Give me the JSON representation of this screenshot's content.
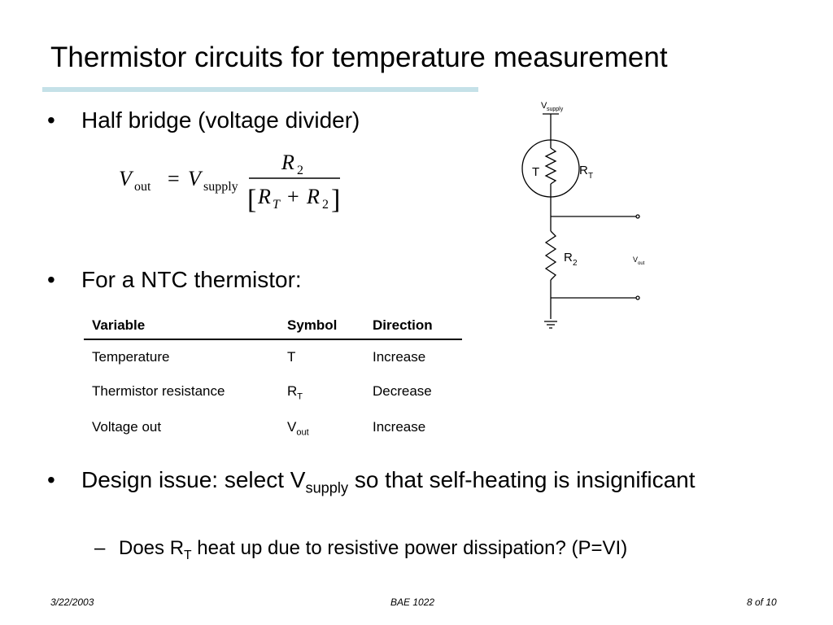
{
  "slide": {
    "title": "Thermistor circuits for temperature measurement",
    "bullets": {
      "b1": "Half bridge (voltage divider)",
      "b2": "For a NTC thermistor:",
      "b3_pre": "Design issue: select V",
      "b3_sub": "supply",
      "b3_post": " so that self-heating is insignificant"
    },
    "sub_bullet": {
      "pre": "Does R",
      "sub": "T",
      "post": " heat up due to resistive power dissipation? (P=VI)"
    },
    "bullet_symbol": "•",
    "dash_symbol": "–"
  },
  "formula": {
    "lhs_var": "V",
    "lhs_sub": "out",
    "equals": "=",
    "rhs_var": "V",
    "rhs_sub": "supply",
    "num_var": "R",
    "num_sub": "2",
    "den_var1": "R",
    "den_sub1": "T",
    "den_plus": "+",
    "den_var2": "R",
    "den_sub2": "2",
    "lbracket": "[",
    "rbracket": "]"
  },
  "table": {
    "headers": [
      "Variable",
      "Symbol",
      "Direction"
    ],
    "rows": [
      {
        "variable": "Temperature",
        "symbol": "T",
        "symbol_sub": "",
        "direction": "Increase"
      },
      {
        "variable": "Thermistor resistance",
        "symbol": "R",
        "symbol_sub": "T",
        "direction": "Decrease"
      },
      {
        "variable": "Voltage out",
        "symbol": "V",
        "symbol_sub": "out",
        "direction": "Increase"
      }
    ]
  },
  "circuit": {
    "vsupply": "V",
    "vsupply_sub": "supply",
    "t_label": "T",
    "rt": "R",
    "rt_sub": "T",
    "r2": "R",
    "r2_sub": "2",
    "vout": "V",
    "vout_sub": "out"
  },
  "footer": {
    "date": "3/22/2003",
    "center": "BAE 1022",
    "page": "8 of 10"
  }
}
